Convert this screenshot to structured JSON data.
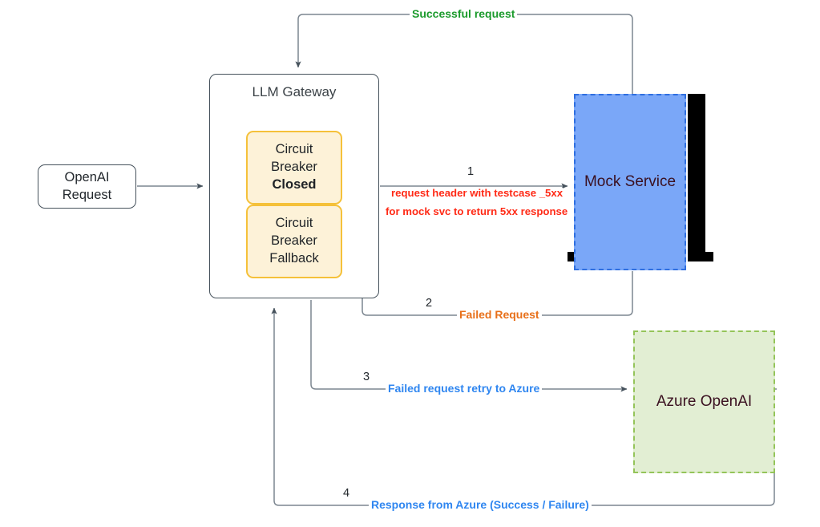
{
  "diagram": {
    "title": "LLM Gateway circuit breaker fallback flow",
    "colors": {
      "successful": "#1a9a2b",
      "failed": "#e8701a",
      "azure": "#2f86f0",
      "note": "#ff2a16",
      "mock_fill": "#7aa7f8",
      "mock_border": "#2f6fe0",
      "azure_fill": "#e2eed3",
      "azure_border": "#94c459",
      "circuit_fill": "#fdf2d8",
      "circuit_border": "#f5c13a",
      "node_border": "#46525c"
    }
  },
  "nodes": {
    "openai_request": {
      "line1": "OpenAI",
      "line2": "Request"
    },
    "gateway": {
      "title": "LLM Gateway"
    },
    "circuit_closed": {
      "line1": "Circuit",
      "line2": "Breaker",
      "line3": "Closed"
    },
    "circuit_fallback": {
      "line1": "Circuit",
      "line2": "Breaker",
      "line3": "Fallback"
    },
    "mock_service": {
      "label": "Mock Service"
    },
    "azure_openai": {
      "label": "Azure OpenAI"
    }
  },
  "edges": {
    "successful_request": {
      "number": "",
      "label": "Successful request"
    },
    "request_to_mock": {
      "number": "1",
      "label": "",
      "note_line1": "request header with testcase _5xx",
      "note_line2": "for mock svc to return 5xx response"
    },
    "failed_request": {
      "number": "2",
      "label": "Failed Request"
    },
    "retry_to_azure": {
      "number": "3",
      "label": "Failed request retry to Azure"
    },
    "response_from_azure": {
      "number": "4",
      "label": "Response from Azure (Success / Failure)"
    }
  }
}
